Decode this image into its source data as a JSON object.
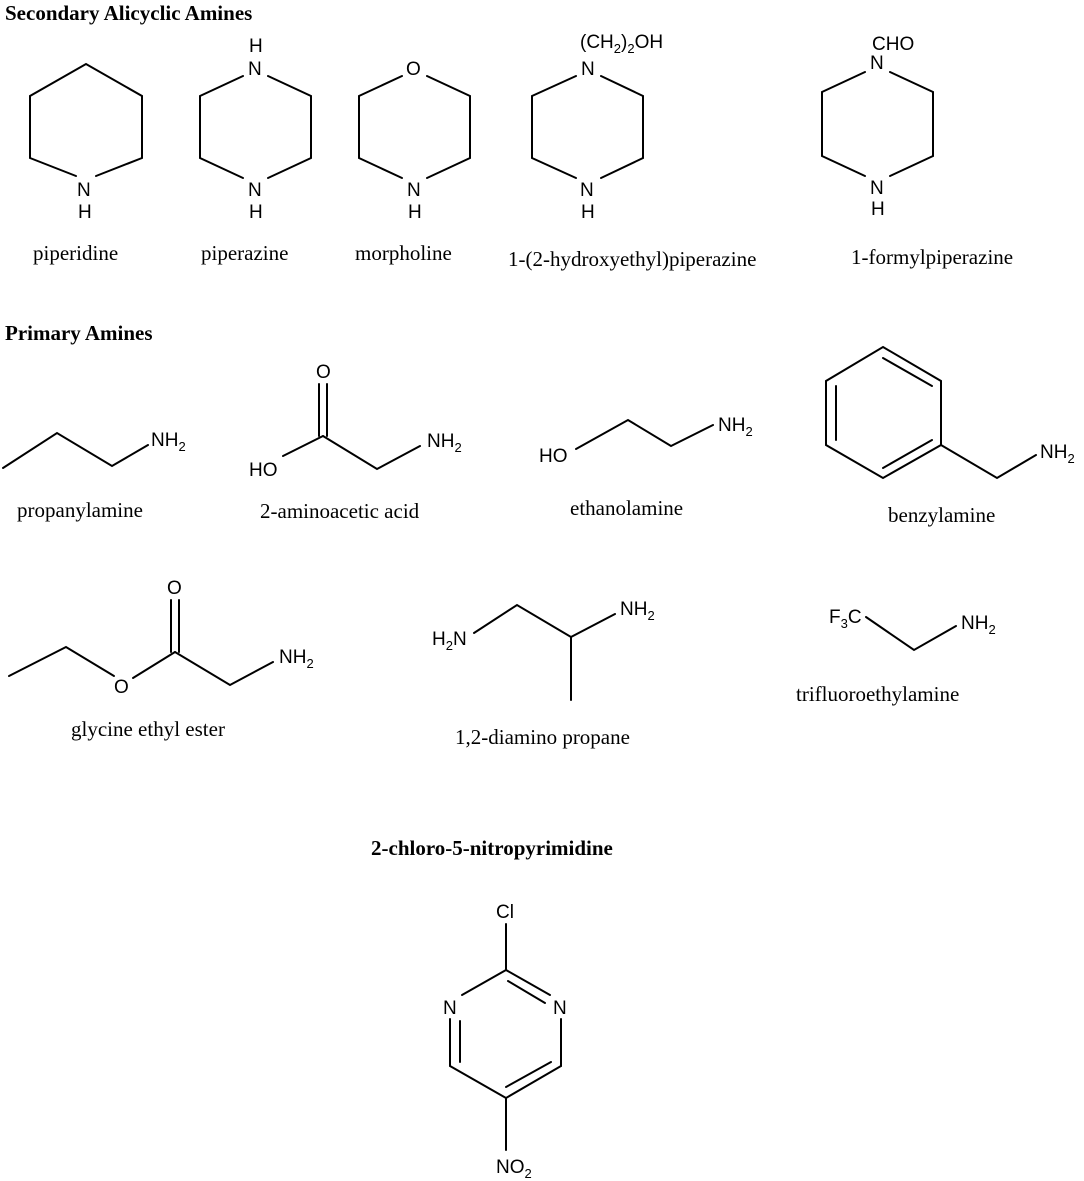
{
  "headings": {
    "secondary": "Secondary Alicyclic Amines",
    "primary": "Primary Amines",
    "reagent": "2-chloro-5-nitropyrimidine"
  },
  "names": {
    "piperidine": "piperidine",
    "piperazine": "piperazine",
    "morpholine": "morpholine",
    "hydroxyethylpiperazine": "1-(2-hydroxyethyl)piperazine",
    "formylpiperazine": "1-formylpiperazine",
    "propanylamine": "propanylamine",
    "aminoacetic": "2-aminoacetic acid",
    "ethanolamine": "ethanolamine",
    "benzylamine": "benzylamine",
    "glycine_ester": "glycine ethyl ester",
    "diaminopropane": "1,2-diamino propane",
    "trifluoroethylamine": "trifluoroethylamine"
  },
  "atoms": {
    "N": "N",
    "H": "H",
    "O": "O",
    "NH": "NH",
    "HO": "HO",
    "H2N_H": "H",
    "H2N_N": "N",
    "sub2": "2",
    "sub3": "3",
    "CH2OH_open": "(CH",
    "CH2OH_close": ")",
    "OH": "OH",
    "CHO": "CHO",
    "F3C_F": "F",
    "F3C_C": "C",
    "Cl": "Cl",
    "NO2_NO": "NO"
  }
}
